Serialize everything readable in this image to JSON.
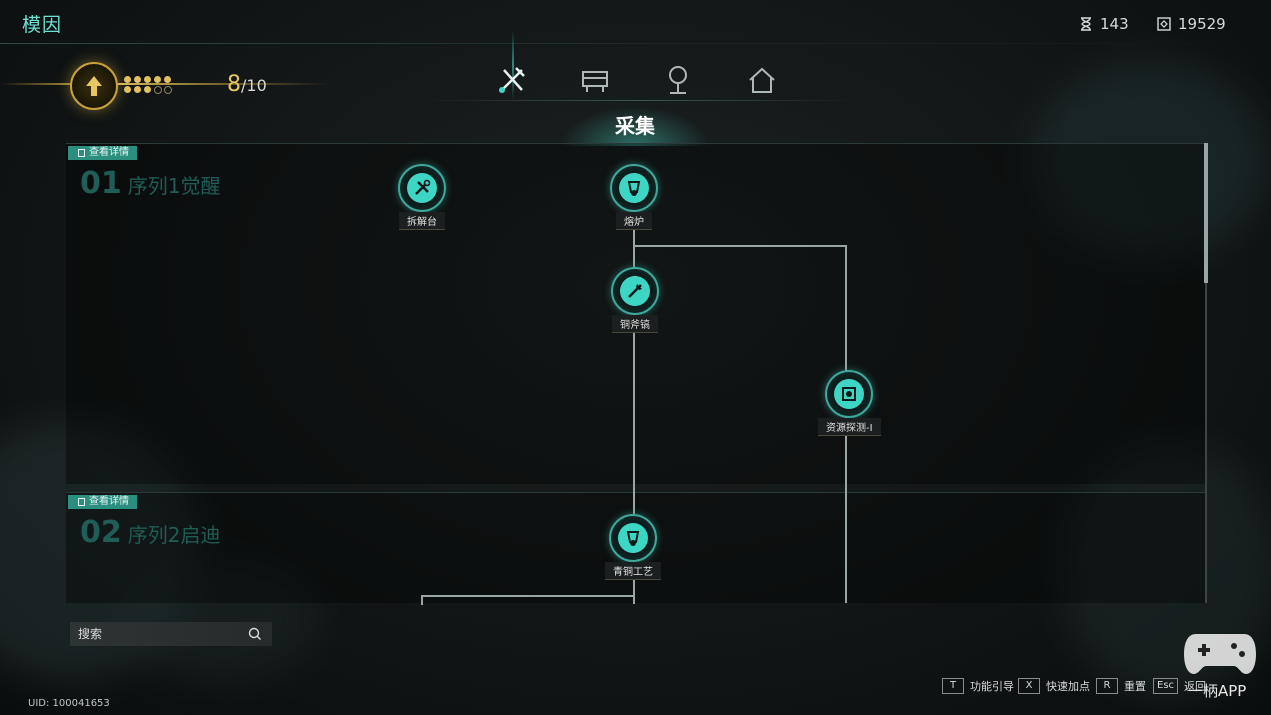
{
  "title": "模因",
  "resources": [
    {
      "icon": "hourglass-icon",
      "value": "143"
    },
    {
      "icon": "cube-icon",
      "value": "19529"
    }
  ],
  "level": {
    "current": "8",
    "max": "/10",
    "pips_filled": 8,
    "pips_total": 10
  },
  "category_tabs": [
    {
      "name": "tools-tab",
      "icon": "pickaxe-tools-icon",
      "active": true
    },
    {
      "name": "workbench-tab",
      "icon": "workbench-icon",
      "active": false
    },
    {
      "name": "plant-tab",
      "icon": "plant-tree-icon",
      "active": false
    },
    {
      "name": "building-tab",
      "icon": "house-icon",
      "active": false
    }
  ],
  "category_title": "采集",
  "sections": [
    {
      "detail_label": "查看详情",
      "number": "01",
      "name": "序列1觉醒"
    },
    {
      "detail_label": "查看详情",
      "number": "02",
      "name": "序列2启迪"
    }
  ],
  "nodes": [
    {
      "label": "拆解台",
      "icon": "wrench-gear-icon"
    },
    {
      "label": "熔炉",
      "icon": "furnace-icon"
    },
    {
      "label": "铜斧镐",
      "icon": "axe-pickaxe-icon"
    },
    {
      "label": "资源探测-I",
      "icon": "scanner-icon"
    },
    {
      "label": "青铜工艺",
      "icon": "bronze-craft-icon"
    }
  ],
  "search": {
    "placeholder": "搜索"
  },
  "hints": [
    {
      "key": "T",
      "label": "功能引导"
    },
    {
      "key": "X",
      "label": "快速加点"
    },
    {
      "key": "R",
      "label": "重置"
    },
    {
      "key": "Esc",
      "label": "返回"
    }
  ],
  "uid": "UID: 100041653",
  "watermark": "一柄APP",
  "colors": {
    "accent": "#3dd6c4",
    "gold": "#e8c760",
    "panel_tag": "#2b8f80"
  }
}
